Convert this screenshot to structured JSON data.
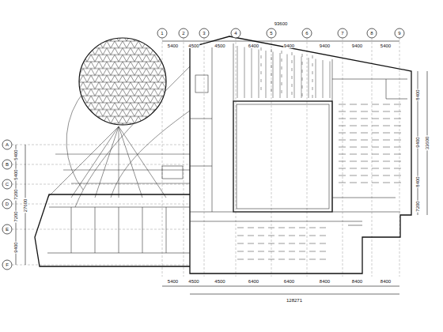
{
  "diagram": {
    "labels": [
      "1",
      "2",
      "3",
      "4",
      "5",
      "6",
      "7",
      "8",
      "9",
      "5400",
      "4500",
      "4500",
      "6400",
      "9400",
      "9400",
      "9400",
      "5400",
      "93600",
      "5400",
      "4500",
      "4500",
      "6400",
      "6400",
      "8400",
      "8400",
      "8400",
      "128271",
      "A",
      "B",
      "C",
      "D",
      "E",
      "F",
      "5400",
      "5400",
      "7200",
      "7200",
      "9400",
      "27600",
      "8400",
      "9400",
      "8400",
      "7200",
      "33600"
    ]
  }
}
